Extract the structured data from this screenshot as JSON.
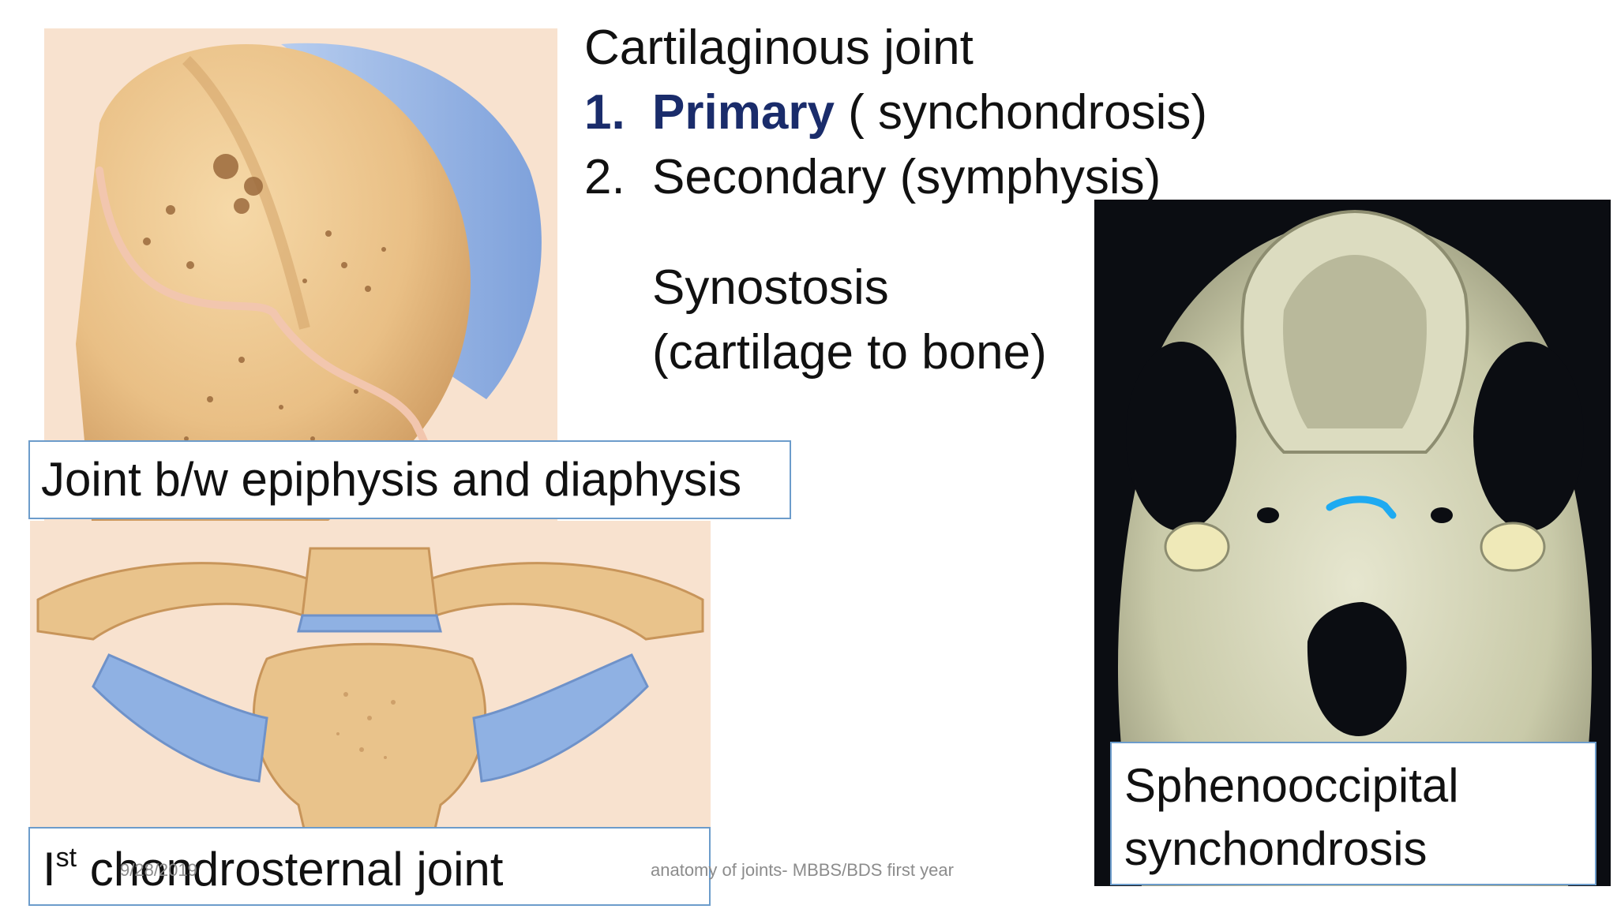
{
  "slide": {
    "heading": "Cartilaginous joint",
    "list": [
      {
        "number": "1.",
        "bold": "Primary",
        "rest": " ( synchondrosis)"
      },
      {
        "number": "2.",
        "bold": "",
        "rest": "Secondary (symphysis)"
      }
    ],
    "note_line1": "Synostosis",
    "note_line2": "(cartilage to bone)"
  },
  "captions": {
    "epiphysis": "Joint b/w epiphysis and diaphysis",
    "chondrosternal_base": "I",
    "chondrosternal_sup": "st",
    "chondrosternal_rest": " chondrosternal joint",
    "spheno_line1": "Sphenooccipital",
    "spheno_line2": "synchondrosis"
  },
  "footer": {
    "date": "9/28/2019",
    "title": "anatomy of joints- MBBS/BDS first year"
  },
  "colors": {
    "primary_text": "#1a2c6b",
    "caption_border": "#6c9ccb",
    "cartilage_blue": "#8fb1e3",
    "bone_tan": "#efc993",
    "growth_line": "#f2c6ae",
    "suture_highlight": "#1eaaf1"
  }
}
